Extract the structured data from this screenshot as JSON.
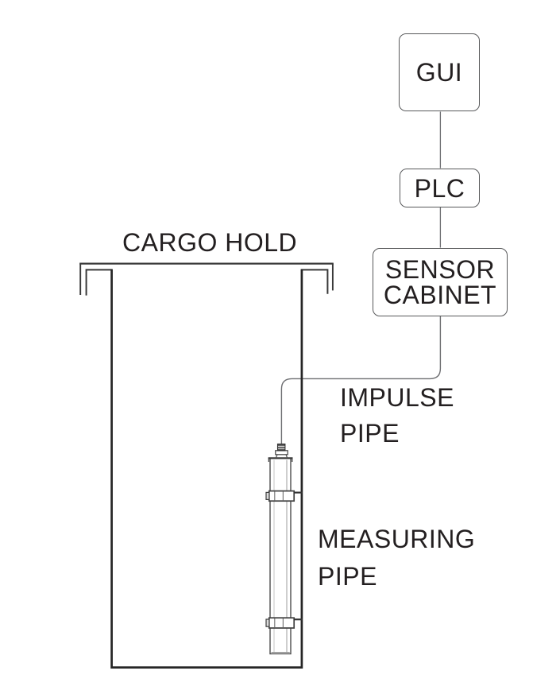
{
  "diagram": {
    "nodes": {
      "gui": {
        "label": "GUI"
      },
      "plc": {
        "label": "PLC"
      },
      "sensor_cabinet": {
        "line1": "SENSOR",
        "line2": "CABINET"
      }
    },
    "labels": {
      "cargo_hold": "CARGO HOLD",
      "impulse_pipe_line1": "IMPULSE",
      "impulse_pipe_line2": "PIPE",
      "measuring_pipe_line1": "MEASURING",
      "measuring_pipe_line2": "PIPE"
    },
    "colors": {
      "background": "#ffffff",
      "text": "#231f20",
      "hold_outline": "#2b2b2b",
      "box_border": "#58595b",
      "thin_line": "#6d6e71",
      "shading": "#b4b4b4"
    }
  }
}
